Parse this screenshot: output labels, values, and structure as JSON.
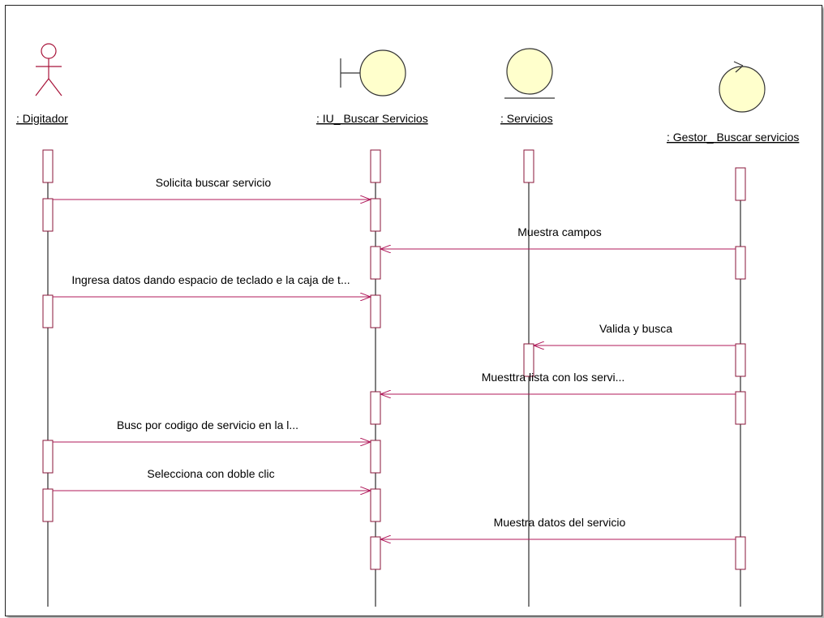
{
  "colors": {
    "lifeline": "#000000",
    "activation_stroke": "#8a1538",
    "message": "#b0185a",
    "object_fill": "#ffffcc",
    "object_stroke": "#333333",
    "actor_stroke": "#a8143a"
  },
  "participants": [
    {
      "id": "digitador",
      "kind": "actor-icon",
      "label": ": Digitador"
    },
    {
      "id": "iu",
      "kind": "boundary-icon",
      "label": ": IU_ Buscar Servicios"
    },
    {
      "id": "servicios",
      "kind": "entity-icon",
      "label": ": Servicios"
    },
    {
      "id": "gestor",
      "kind": "control-icon",
      "label": ": Gestor_ Buscar servicios"
    }
  ],
  "messages": [
    {
      "label": "Solicita buscar servicio"
    },
    {
      "label": "Muestra campos"
    },
    {
      "label": "Ingresa datos dando espacio de teclado e la caja de t..."
    },
    {
      "label": "Valida y busca"
    },
    {
      "label": "Muesttra lista con los servi..."
    },
    {
      "label": "Busc por codigo de servicio en la l..."
    },
    {
      "label": "Selecciona con doble clic"
    },
    {
      "label": "Muestra datos del servicio"
    }
  ]
}
